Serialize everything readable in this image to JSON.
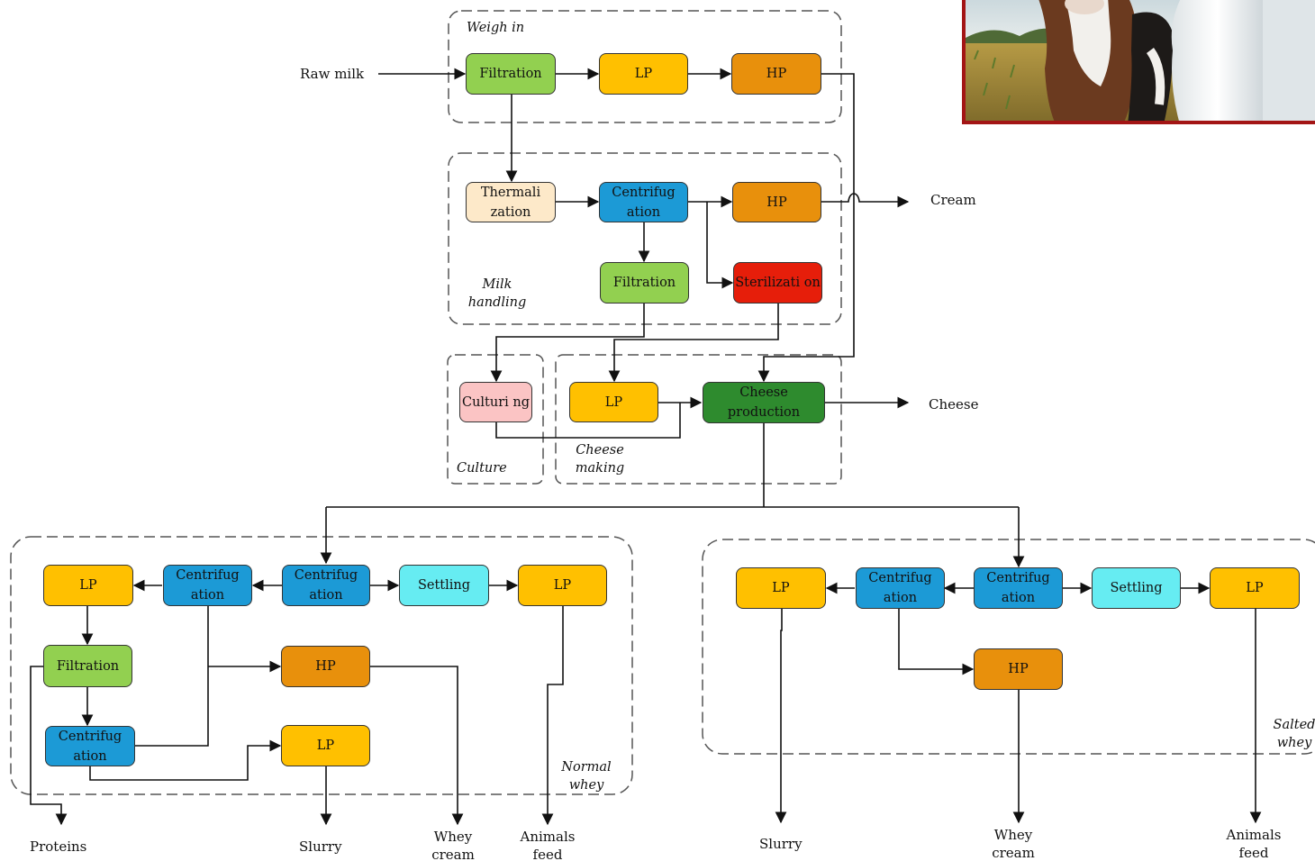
{
  "nodes": {
    "filtration_top": "Filtration",
    "lp_top": "LP",
    "hp_top": "HP",
    "thermalization": "Thermali zation",
    "centrifugation_milk": "Centrifug ation",
    "hp_milk": "HP",
    "filtration_milk": "Filtration",
    "sterilization": "Sterilizati on",
    "culturing": "Culturi ng",
    "lp_cheese": "LP",
    "cheese_production": "Cheese production",
    "lp_nw_left": "LP",
    "centrifugation_nw_mid": "Centrifug ation",
    "centrifugation_nw_main": "Centrifug ation",
    "settling_nw": "Settling",
    "lp_nw_right": "LP",
    "filtration_nw": "Filtration",
    "hp_nw": "HP",
    "centrifugation_nw_low": "Centrifug ation",
    "lp_nw_low": "LP",
    "lp_sw_left": "LP",
    "centrifugation_sw_mid": "Centrifug ation",
    "centrifugation_sw_main": "Centrifug ation",
    "settling_sw": "Settling",
    "lp_sw_right": "LP",
    "hp_sw": "HP"
  },
  "groups": {
    "weigh_in": "Weigh in",
    "milk_handling": "Milk handling",
    "culture": "Culture",
    "cheese_making": "Cheese making",
    "normal_whey": "Normal whey",
    "salted_whey": "Salted whey"
  },
  "io": {
    "raw_milk": "Raw milk",
    "cream": "Cream",
    "cheese": "Cheese",
    "proteins": "Proteins",
    "slurry_normal": "Slurry",
    "whey_cream_normal": "Whey cream",
    "animals_feed_normal": "Animals feed",
    "slurry_salted": "Slurry",
    "whey_cream_salted": "Whey cream",
    "animals_feed_salted": "Animals feed"
  },
  "colors": {
    "filtration": "#92d050",
    "lp": "#ffc000",
    "hp": "#e8900c",
    "thermalization": "#fde9c9",
    "centrifugation": "#1c9ad6",
    "sterilization": "#e61e0a",
    "culturing": "#fbc4c4",
    "cheese_production": "#2e8b2e",
    "settling": "#66ecf2"
  }
}
